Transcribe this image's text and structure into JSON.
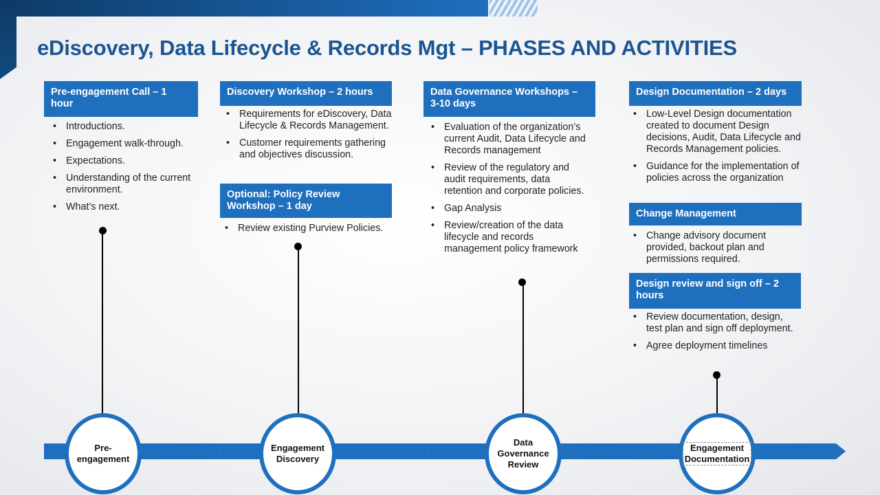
{
  "title": "eDiscovery, Data Lifecycle & Records Mgt – PHASES AND ACTIVITIES",
  "sections": [
    {
      "header": "Pre-engagement Call – 1 hour",
      "items": [
        "Introductions.",
        "Engagement walk-through.",
        "Expectations.",
        "Understanding of the current environment.",
        "What’s next."
      ]
    },
    {
      "header": "Discovery Workshop – 2 hours",
      "items": [
        "Requirements for eDiscovery, Data Lifecycle & Records Management.",
        "Customer requirements gathering and objectives discussion."
      ]
    },
    {
      "header": "Optional: Policy Review Workshop – 1 day",
      "items": [
        "Review existing Purview Policies."
      ]
    },
    {
      "header": "Data Governance Workshops – 3-10 days",
      "items": [
        "Evaluation of the organization’s current Audit, Data Lifecycle and Records management",
        "Review of the regulatory and audit requirements, data retention and corporate policies.",
        "Gap Analysis",
        "Review/creation of the data lifecycle and records management policy framework"
      ]
    },
    {
      "header": "Design Documentation – 2 days",
      "items": [
        "Low-Level Design documentation created to document Design decisions, Audit, Data Lifecycle and Records Management policies.",
        "Guidance for the implementation of policies across the organization"
      ]
    },
    {
      "header": "Change Management",
      "items": [
        "Change advisory document provided, backout plan and permissions required."
      ]
    },
    {
      "header": "Design review and sign off – 2 hours",
      "items": [
        "Review documentation, design, test plan and sign off deployment.",
        "Agree deployment timelines"
      ]
    }
  ],
  "phases": [
    "Pre-engagement",
    "Engagement Discovery",
    "Data Governance Review",
    "Engagement Documentation"
  ]
}
